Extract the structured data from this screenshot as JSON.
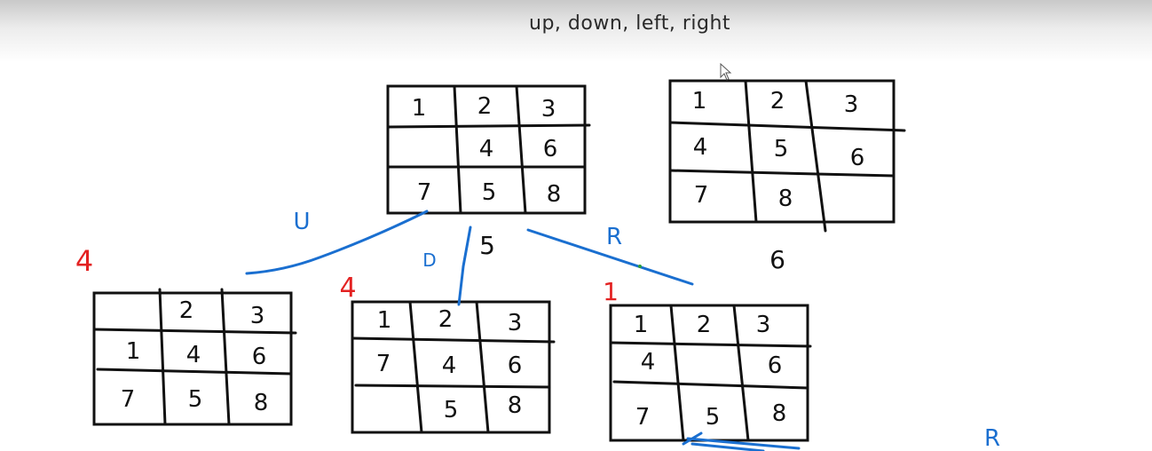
{
  "title": "up, down, left, right",
  "colors": {
    "ink": "#111111",
    "blue": "#1a6fd0",
    "red": "#e32222",
    "green": "#2a9d3a"
  },
  "grids": {
    "start": {
      "cells": [
        "1",
        "2",
        "3",
        "",
        "4",
        "6",
        "7",
        "5",
        "8"
      ]
    },
    "goal": {
      "cells": [
        "1",
        "2",
        "3",
        "4",
        "5",
        "6",
        "7",
        "8",
        ""
      ]
    },
    "child_up": {
      "cells": [
        "",
        "2",
        "3",
        "1",
        "4",
        "6",
        "7",
        "5",
        "8"
      ]
    },
    "child_down": {
      "cells": [
        "1",
        "2",
        "3",
        "7",
        "4",
        "6",
        "",
        "5",
        "8"
      ]
    },
    "child_right": {
      "cells": [
        "1",
        "2",
        "3",
        "4",
        "",
        "6",
        "7",
        "5",
        "8"
      ]
    }
  },
  "labels": {
    "move_up": "U",
    "move_down": "D",
    "move_right": "R",
    "start_score": "5",
    "goal_score": "6",
    "up_score": "4",
    "down_score": "4",
    "right_score": "1",
    "bottom_right": "R"
  }
}
